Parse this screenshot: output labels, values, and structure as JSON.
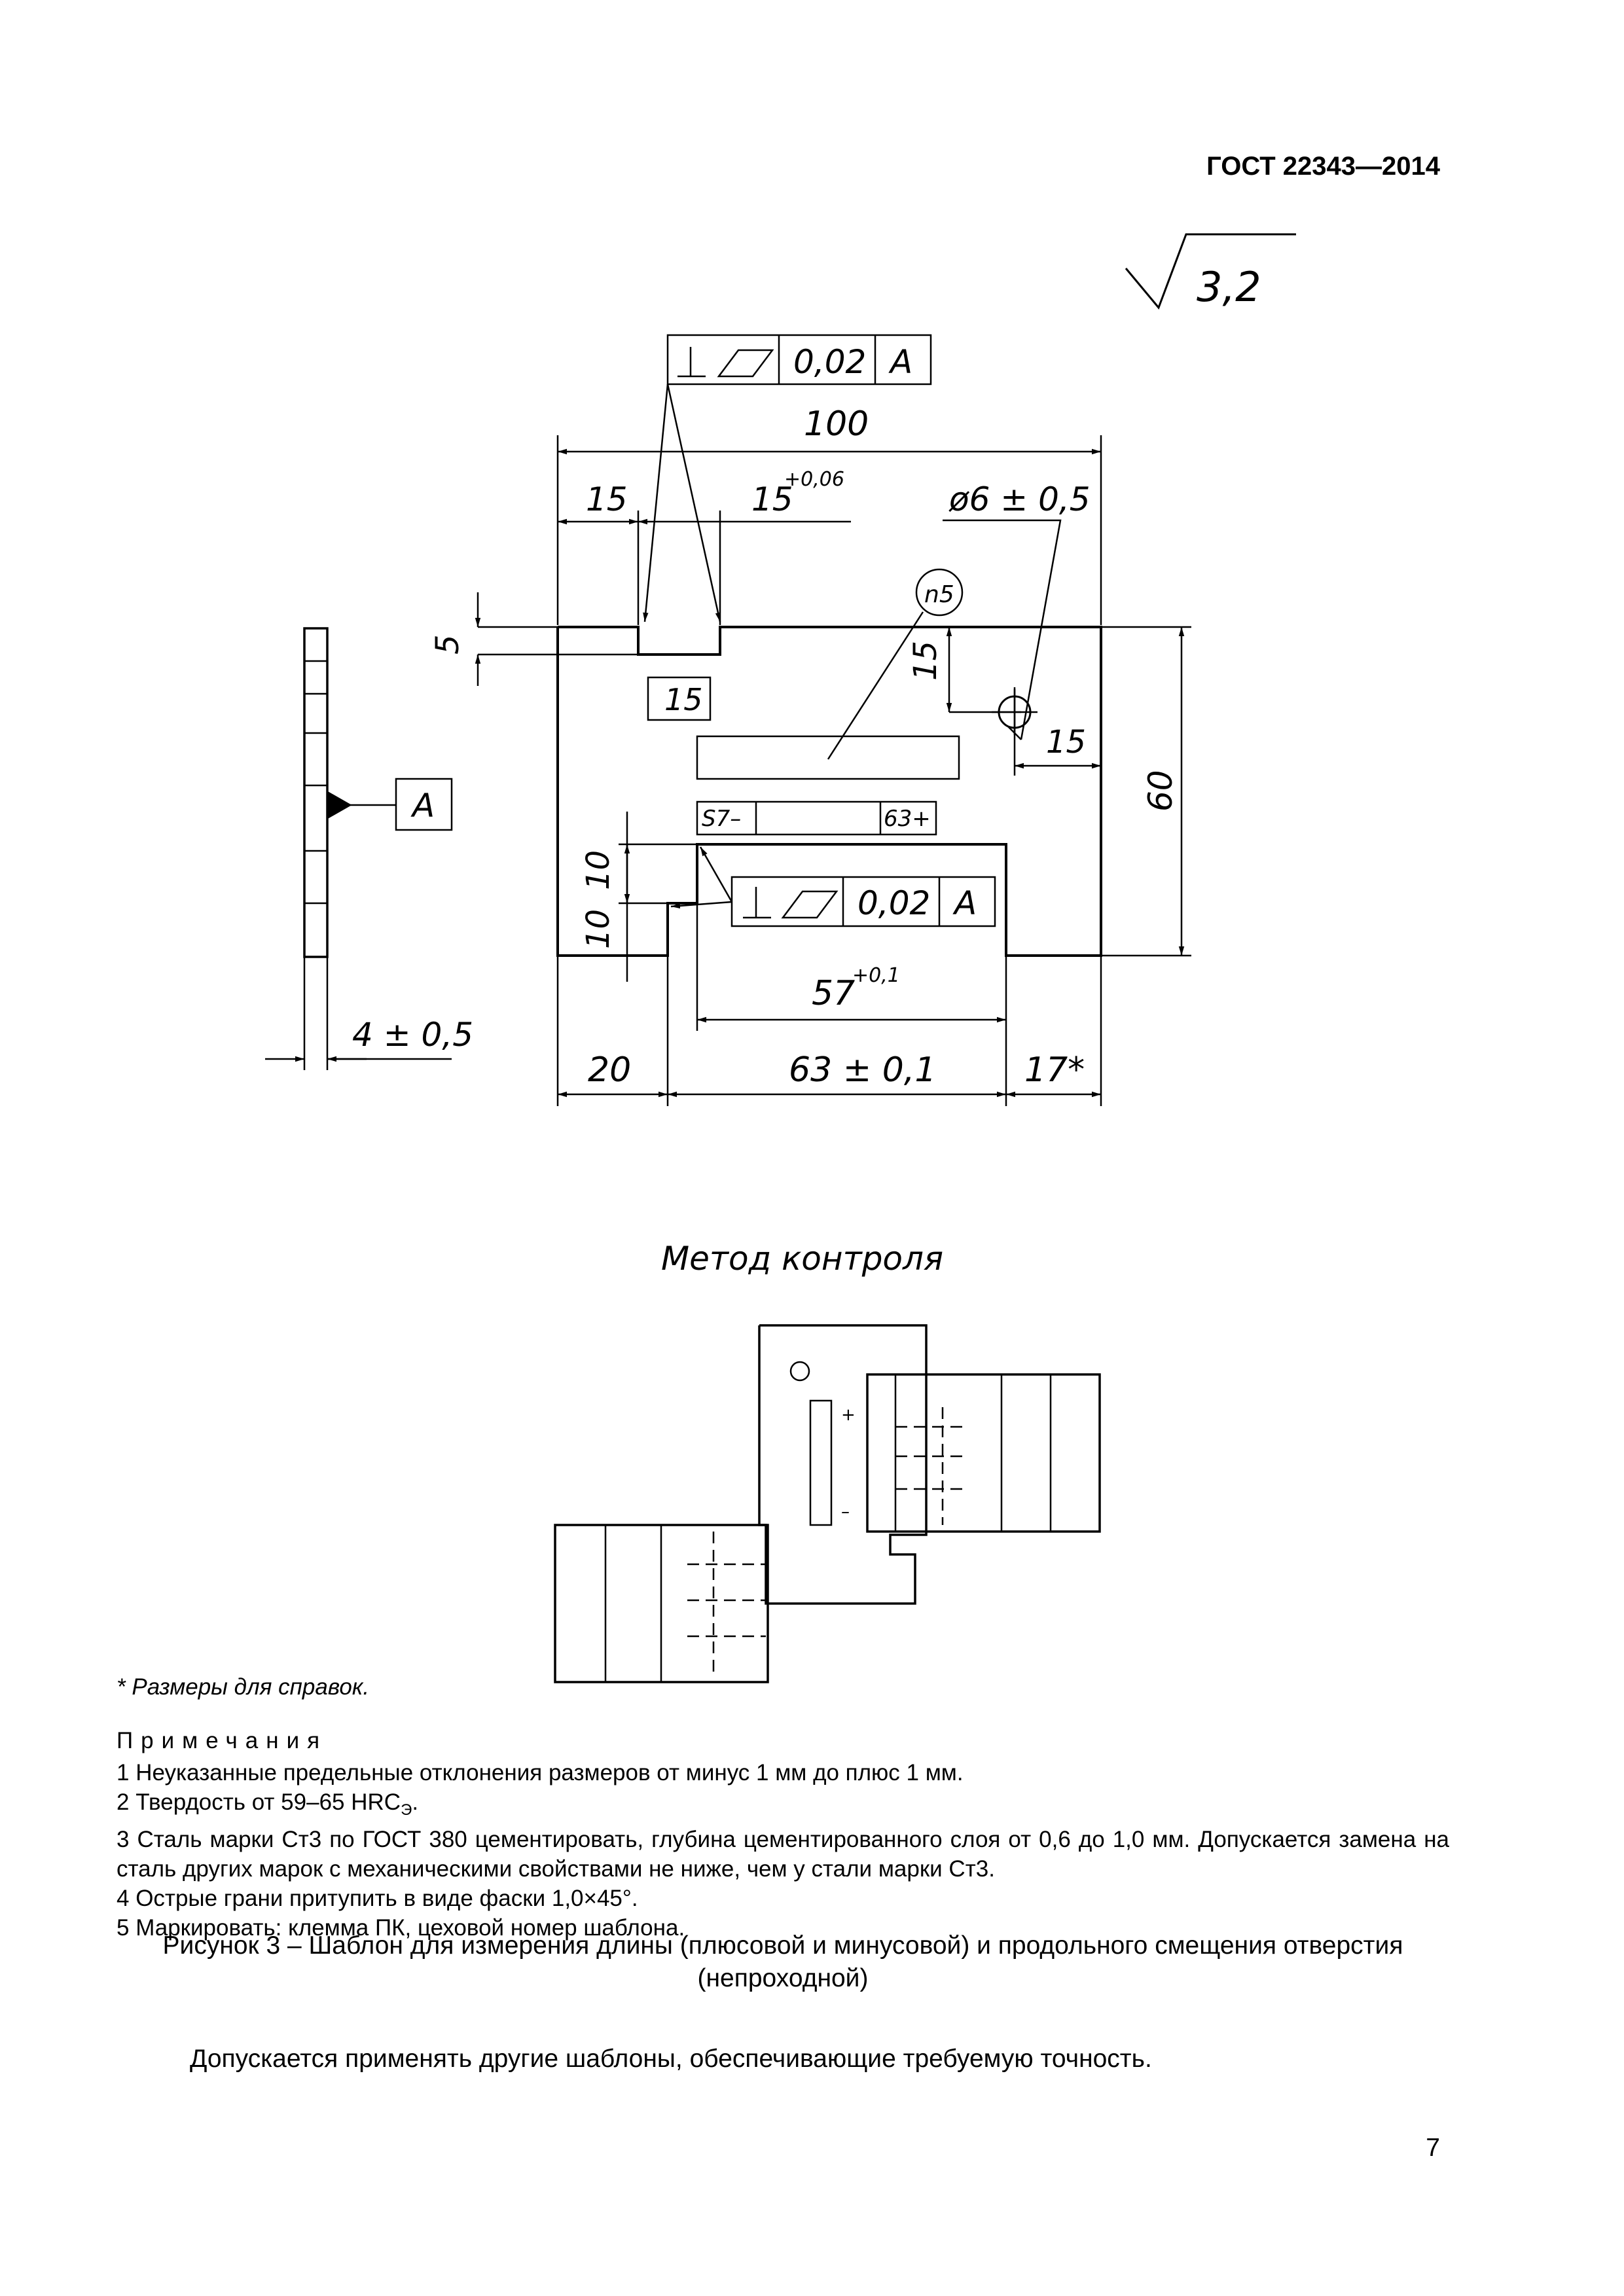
{
  "header": {
    "standard": "ГОСТ 22343—2014"
  },
  "drawing": {
    "roughness": "3,2",
    "tolerance_top": {
      "value": "0,02",
      "datum": "A"
    },
    "tolerance_mid": {
      "value": "0,02",
      "datum": "A"
    },
    "datum_label": "A",
    "dim_100": "100",
    "dim_15_left": "15",
    "dim_15_slot": "15",
    "dim_15_slot_tol": "+0,06",
    "dim_hole": "ø6 ± 0,5",
    "dim_n5": "n5",
    "dim_5": "5",
    "dim_15_vert": "15",
    "dim_15_horz": "15",
    "dim_60": "60",
    "mark_15": "15",
    "mark_s7": "S7–",
    "mark_63": "63+",
    "dim_10_a": "10",
    "dim_10_b": "10",
    "dim_57": "57",
    "dim_57_tol": "+0,1",
    "dim_20": "20",
    "dim_63": "63 ± 0,1",
    "dim_17": "17*",
    "dim_thickness": "4 ± 0,5",
    "method_title": "Метод контроля",
    "method_plus": "+",
    "method_minus": "–"
  },
  "footnote": "* Размеры для справок.",
  "notes_title": "Примечания",
  "notes": [
    "1 Неуказанные предельные отклонения размеров от минус 1 мм до плюс 1 мм.",
    "2 Твердость от 59–65 HRC",
    "3 Сталь марки Ст3 по ГОСТ 380 цементировать, глубина цементированного слоя от 0,6 до 1,0 мм. Допускается замена на сталь других марок с механическими свойствами не ниже, чем у стали марки Ст3.",
    "4 Острые грани притупить в виде фаски 1,0×45°.",
    "5 Маркировать: клемма ПК, цеховой номер шаблона."
  ],
  "note2_sub": "Э",
  "note2_end": ".",
  "caption": "Рисунок 3 – Шаблон для измерения длины (плюсовой и минусовой) и продольного смещения отверстия (непроходной)",
  "paragraph": "Допускается применять другие шаблоны, обеспечивающие требуемую точность.",
  "page_number": "7"
}
